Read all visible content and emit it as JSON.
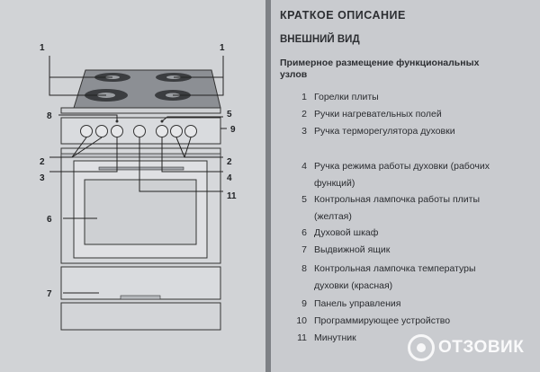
{
  "left_page": {
    "callouts": [
      {
        "num": "1",
        "side": "left-top"
      },
      {
        "num": "1",
        "side": "right-top"
      },
      {
        "num": "8",
        "side": "left"
      },
      {
        "num": "5",
        "side": "right"
      },
      {
        "num": "9",
        "side": "right"
      },
      {
        "num": "2",
        "side": "left"
      },
      {
        "num": "2",
        "side": "right"
      },
      {
        "num": "3",
        "side": "left"
      },
      {
        "num": "4",
        "side": "right"
      },
      {
        "num": "11",
        "side": "right"
      },
      {
        "num": "6",
        "side": "left"
      },
      {
        "num": "7",
        "side": "left"
      }
    ]
  },
  "right_page": {
    "title": "КРАТКОЕ  ОПИСАНИЕ",
    "section": "ВНЕШНИЙ ВИД",
    "subtitle": "Примерное размещение функциональных узлов",
    "items": [
      {
        "num": "1",
        "lines": [
          "Горелки плиты"
        ]
      },
      {
        "num": "2",
        "lines": [
          "Ручки нагревательных полей"
        ]
      },
      {
        "num": "3",
        "lines": [
          "Ручка терморегулятора духовки"
        ]
      },
      {
        "num": "4",
        "lines": [
          "Ручка режима работы духовки (рабочих",
          "функций)"
        ]
      },
      {
        "num": "5",
        "lines": [
          "Контрольная лампочка работы плиты",
          "(желтая)"
        ]
      },
      {
        "num": "6",
        "lines": [
          "Духовой шкаф"
        ]
      },
      {
        "num": "7",
        "lines": [
          "Выдвижной ящик"
        ]
      },
      {
        "num": "8",
        "lines": [
          "Контрольная лампочка температуры",
          "духовки (красная)"
        ]
      },
      {
        "num": "9",
        "lines": [
          "Панель управления"
        ]
      },
      {
        "num": "10",
        "lines": [
          "Программирующее устройство"
        ]
      },
      {
        "num": "11",
        "lines": [
          "Минутник"
        ]
      }
    ]
  },
  "watermark": "ОТЗОВИК"
}
